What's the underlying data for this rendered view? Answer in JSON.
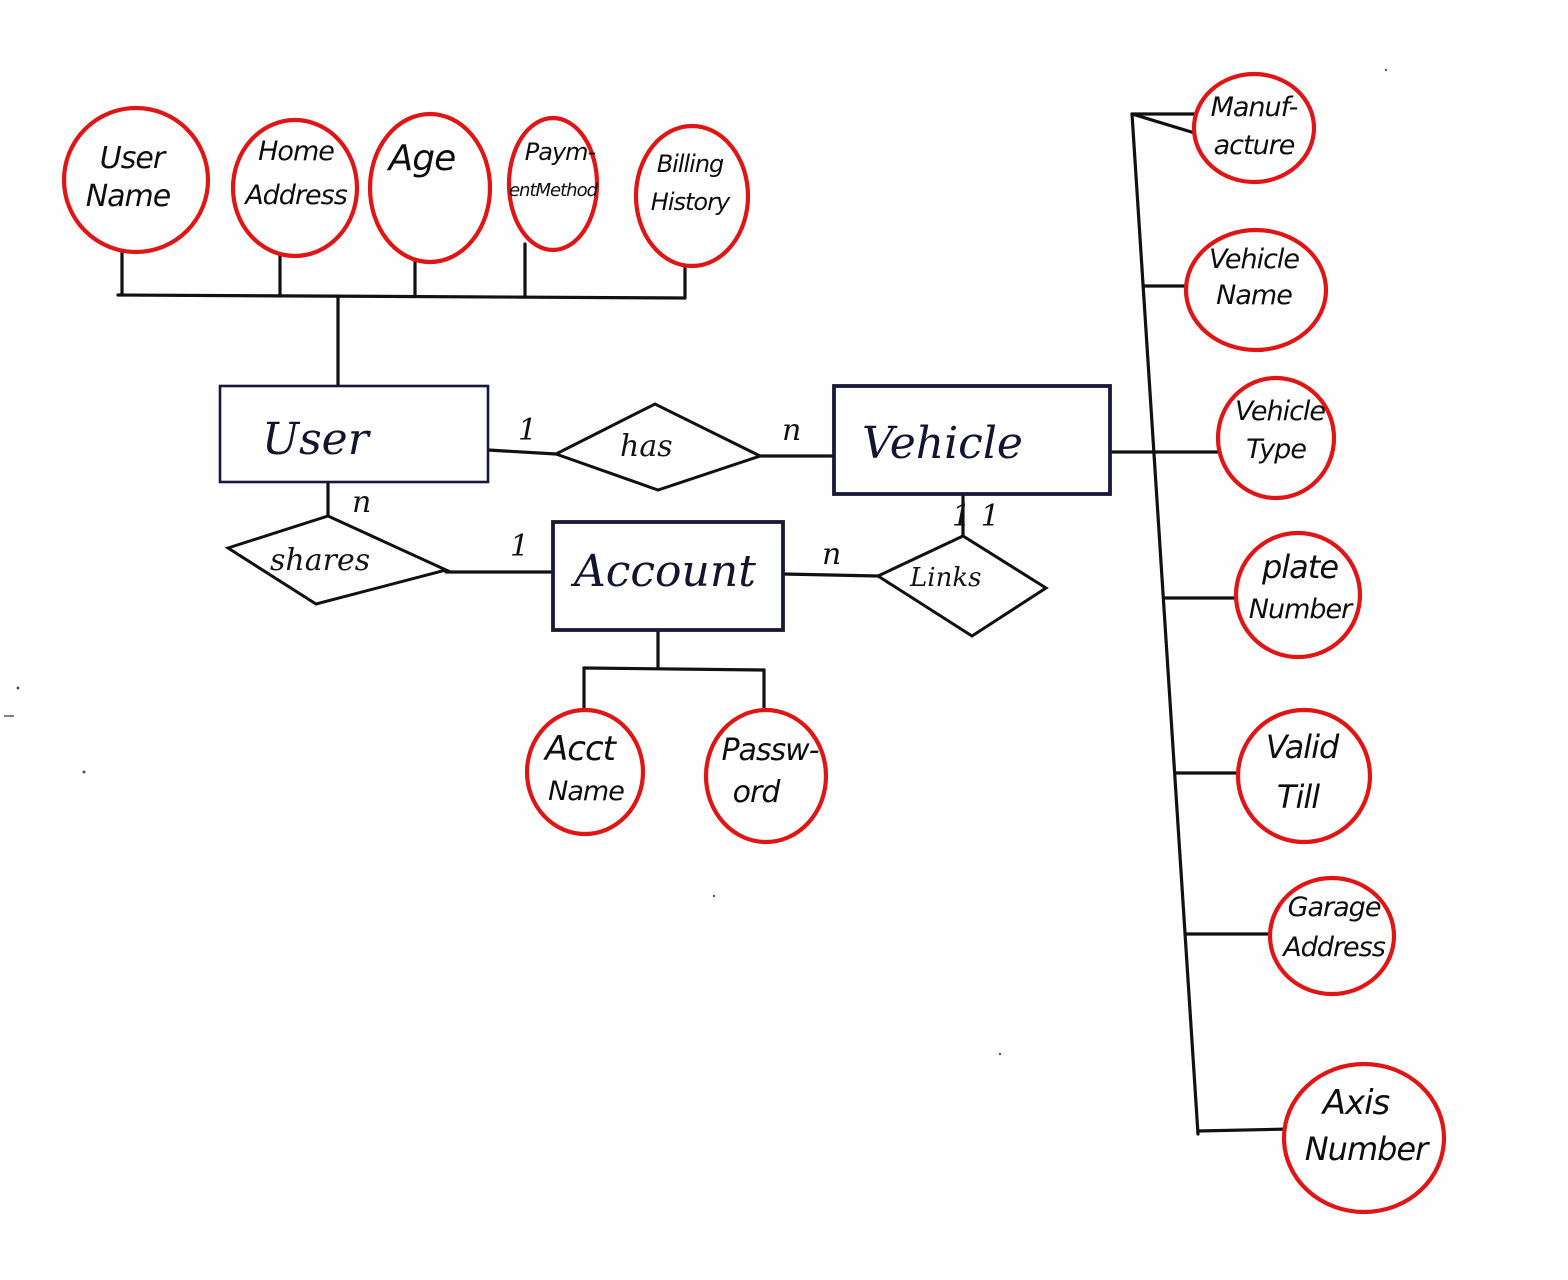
{
  "entities": {
    "user": "User",
    "vehicle": "Vehicle",
    "account": "Account"
  },
  "relationships": {
    "has": "has",
    "shares": "shares",
    "links": "Links"
  },
  "cardinalities": {
    "user_has": "1",
    "has_vehicle": "n",
    "user_shares": "n",
    "shares_account": "1",
    "account_links": "n",
    "vehicle_links": "1 1"
  },
  "user_attributes": [
    {
      "line1": "User",
      "line2": "Name"
    },
    {
      "line1": "Home",
      "line2": "Address"
    },
    {
      "line1": "Age",
      "line2": ""
    },
    {
      "line1": "Paym-",
      "line2": "entMethod"
    },
    {
      "line1": "Billing",
      "line2": "History"
    }
  ],
  "account_attributes": [
    {
      "line1": "Acct",
      "line2": "Name"
    },
    {
      "line1": "Passw-",
      "line2": "ord"
    }
  ],
  "vehicle_attributes": [
    {
      "line1": "Manuf-",
      "line2": "acture"
    },
    {
      "line1": "Vehicle",
      "line2": "Name"
    },
    {
      "line1": "Vehicle",
      "line2": "Type"
    },
    {
      "line1": "plate",
      "line2": "Number"
    },
    {
      "line1": "Valid",
      "line2": "Till"
    },
    {
      "line1": "Garage",
      "line2": "Address"
    },
    {
      "line1": "Axis",
      "line2": "Number"
    }
  ],
  "colors": {
    "attribute_outline": "#e01515",
    "entity_outline": "#18183a",
    "ink": "#111111"
  }
}
